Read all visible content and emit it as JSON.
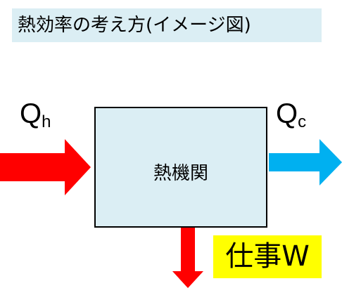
{
  "title": "熱効率の考え方(イメージ図)",
  "engine": {
    "label": "熱機関"
  },
  "heat_in": {
    "symbol": "Q",
    "subscript": "h"
  },
  "heat_out": {
    "symbol": "Q",
    "subscript": "c"
  },
  "work": {
    "label": "仕事W"
  },
  "colors": {
    "background_panel": "#dbeef4",
    "heat_in_arrow": "#ff0000",
    "heat_out_arrow": "#00b0f0",
    "work_arrow": "#ff0000",
    "work_highlight": "#ffff00"
  }
}
